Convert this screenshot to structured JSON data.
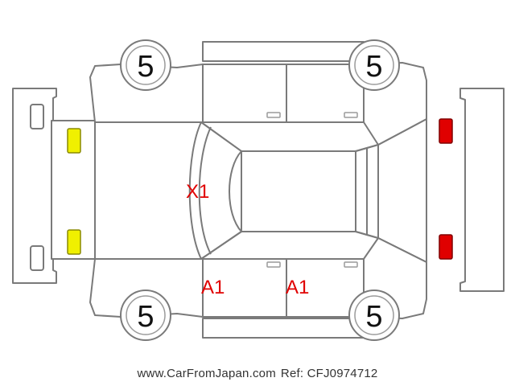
{
  "diagram": {
    "tires": {
      "front_left": "5",
      "rear_left": "5",
      "front_right": "5",
      "rear_right": "5"
    },
    "damage_marks": {
      "hood": "X1",
      "right_front_door": "A1",
      "right_rear_door": "A1"
    },
    "colors": {
      "outline": "#7a7a7a",
      "damage_text": "#e00000",
      "headlight_fill": "#f0f000",
      "taillight_fill": "#e00000"
    }
  },
  "footer": {
    "website": "www.CarFromJapan.com",
    "reference": "Ref: CFJ0974712"
  }
}
